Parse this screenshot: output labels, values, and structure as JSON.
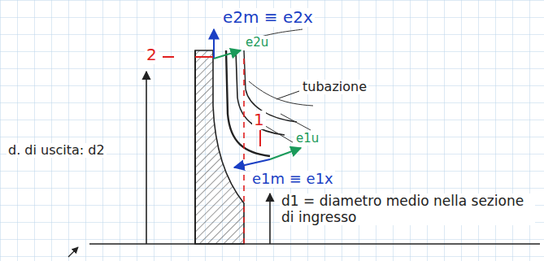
{
  "diagram": {
    "labels": [
      "e2m ≡ e2x",
      "e2u",
      "2",
      "tubazione",
      "1",
      "e1u",
      "e1m ≡ e1x",
      "d. di uscita: d2",
      "d1 = diametro medio nella sezione di ingresso"
    ]
  }
}
